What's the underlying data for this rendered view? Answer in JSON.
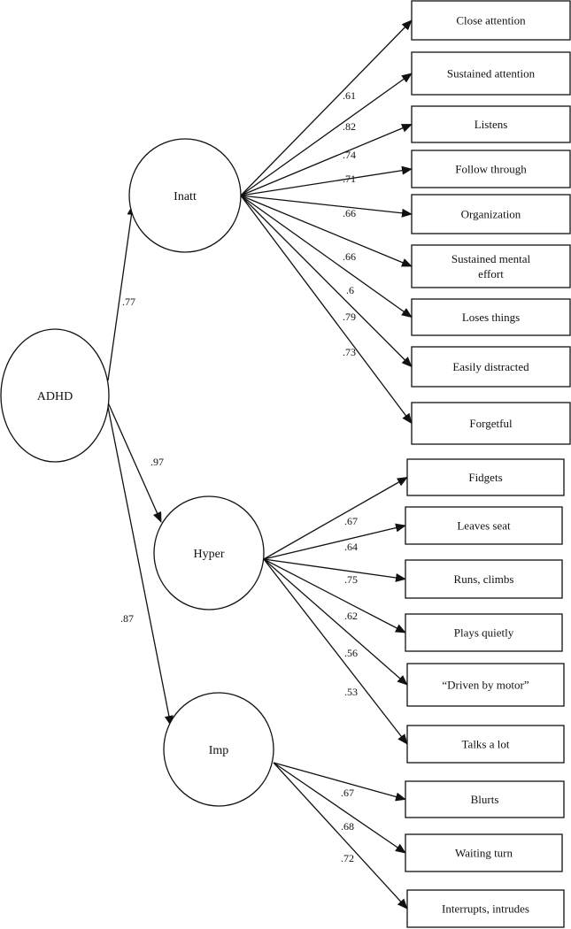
{
  "latents": [
    {
      "id": "adhd",
      "label": "ADHD"
    },
    {
      "id": "inatt",
      "label": "Inatt"
    },
    {
      "id": "hyper",
      "label": "Hyper"
    },
    {
      "id": "imp",
      "label": "Imp"
    }
  ],
  "second_order_loadings": [
    {
      "from": "adhd",
      "to": "inatt",
      "coef": ".77"
    },
    {
      "from": "adhd",
      "to": "hyper",
      "coef": ".97"
    },
    {
      "from": "adhd",
      "to": "imp",
      "coef": ".87"
    }
  ],
  "indicators": [
    {
      "id": "close-attention",
      "factor": "inatt",
      "lines": [
        "Close attention"
      ],
      "coef": ""
    },
    {
      "id": "sustained-attention",
      "factor": "inatt",
      "lines": [
        "Sustained attention"
      ],
      "coef": ".61"
    },
    {
      "id": "listens",
      "factor": "inatt",
      "lines": [
        "Listens"
      ],
      "coef": ".82"
    },
    {
      "id": "follow-through",
      "factor": "inatt",
      "lines": [
        "Follow through"
      ],
      "coef": ".74"
    },
    {
      "id": "organization",
      "factor": "inatt",
      "lines": [
        "Organization"
      ],
      "coef": ".71"
    },
    {
      "id": "sustained-mental-effort",
      "factor": "inatt",
      "lines": [
        "Sustained mental",
        "effort"
      ],
      "coef": ".66"
    },
    {
      "id": "loses-things",
      "factor": "inatt",
      "lines": [
        "Loses things"
      ],
      "coef": ".66"
    },
    {
      "id": "easily-distracted",
      "factor": "inatt",
      "lines": [
        "Easily distracted"
      ],
      "coef": ".6"
    },
    {
      "id": "forgetful",
      "factor": "inatt",
      "lines": [
        "Forgetful"
      ],
      "coef": ".79"
    },
    {
      "id": "fidgets",
      "factor": "hyper",
      "lines": [
        "Fidgets"
      ],
      "coef": ""
    },
    {
      "id": "leaves-seat",
      "factor": "hyper",
      "lines": [
        "Leaves seat"
      ],
      "coef": ".67"
    },
    {
      "id": "runs-climbs",
      "factor": "hyper",
      "lines": [
        "Runs, climbs"
      ],
      "coef": ".64"
    },
    {
      "id": "plays-quietly",
      "factor": "hyper",
      "lines": [
        "Plays quietly"
      ],
      "coef": ".75"
    },
    {
      "id": "driven-by-motor",
      "factor": "hyper",
      "lines": [
        "“Driven by motor”"
      ],
      "coef": ".62"
    },
    {
      "id": "talks-a-lot",
      "factor": "hyper",
      "lines": [
        "Talks a lot"
      ],
      "coef": ".56"
    },
    {
      "id": "blurts",
      "factor": "imp",
      "lines": [
        "Blurts"
      ],
      "coef": ""
    },
    {
      "id": "waiting-turn",
      "factor": "imp",
      "lines": [
        "Waiting turn"
      ],
      "coef": ".67"
    },
    {
      "id": "interrupts-intrudes",
      "factor": "imp",
      "lines": [
        "Interrupts, intrudes"
      ],
      "coef": ".68"
    }
  ],
  "extra_coefficients": [
    {
      "id": "inatt-extra",
      "value": ".73"
    },
    {
      "id": "hyper-extra",
      "value": ".53"
    },
    {
      "id": "imp-extra",
      "value": ".72"
    }
  ]
}
